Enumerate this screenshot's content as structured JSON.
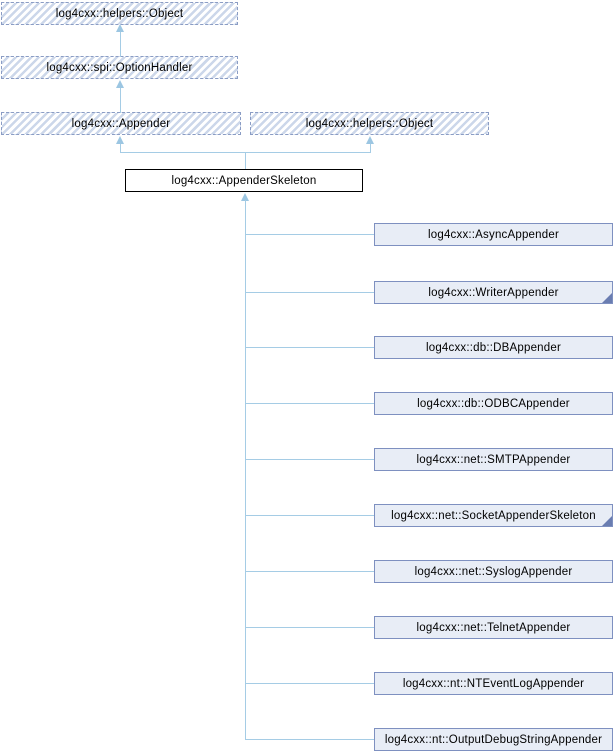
{
  "diagram": {
    "base_chain": {
      "object_top": {
        "label": "log4cxx::helpers::Object"
      },
      "option_handler": {
        "label": "log4cxx::spi::OptionHandler"
      },
      "appender": {
        "label": "log4cxx::Appender"
      },
      "object_right": {
        "label": "log4cxx::helpers::Object"
      }
    },
    "main_node": {
      "label": "log4cxx::AppenderSkeleton"
    },
    "derived": [
      {
        "label": "log4cxx::AsyncAppender",
        "has_subclasses": false
      },
      {
        "label": "log4cxx::WriterAppender",
        "has_subclasses": true
      },
      {
        "label": "log4cxx::db::DBAppender",
        "has_subclasses": false
      },
      {
        "label": "log4cxx::db::ODBCAppender",
        "has_subclasses": false
      },
      {
        "label": "log4cxx::net::SMTPAppender",
        "has_subclasses": false
      },
      {
        "label": "log4cxx::net::SocketAppenderSkeleton",
        "has_subclasses": true
      },
      {
        "label": "log4cxx::net::SyslogAppender",
        "has_subclasses": false
      },
      {
        "label": "log4cxx::net::TelnetAppender",
        "has_subclasses": false
      },
      {
        "label": "log4cxx::nt::NTEventLogAppender",
        "has_subclasses": false
      },
      {
        "label": "log4cxx::nt::OutputDebugStringAppender",
        "has_subclasses": false
      }
    ],
    "colors": {
      "connector_line": "#a5cce5",
      "arrowhead": "#9cc6e2",
      "derived_fill": "#e8edf6",
      "derived_border": "#7e90c0",
      "hatch_stripe": "#ccd7ea",
      "hatch_border": "#8a9cc4",
      "main_border": "#000000",
      "fold_corner": "#6a7db1"
    }
  }
}
